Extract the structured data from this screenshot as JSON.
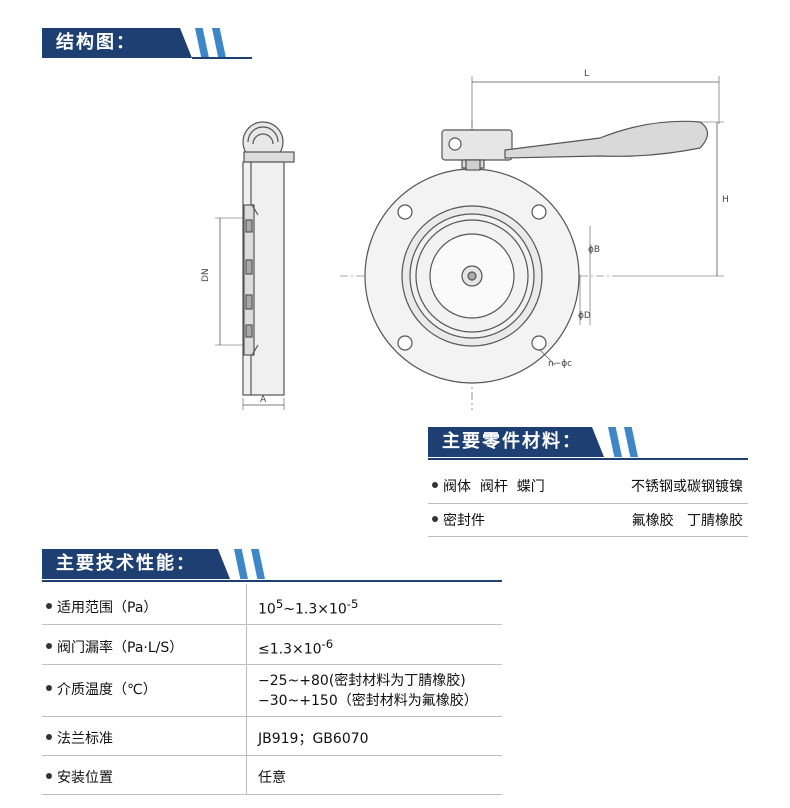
{
  "sections": {
    "structure_title": "结构图：",
    "parts_title": "主要零件材料：",
    "tech_title": "主要技术性能："
  },
  "drawing_labels": {
    "L": "L",
    "H": "H",
    "DN": "DN",
    "A": "A",
    "phiB": "ϕB",
    "phiD": "ϕD",
    "n_phi_c": "n−ϕc"
  },
  "parts": [
    {
      "name": "阀体  阀杆  蝶门",
      "material": "不锈钢或碳钢镀镍"
    },
    {
      "name": "密封件",
      "material": "氟橡胶   丁腈橡胶"
    }
  ],
  "specs": [
    {
      "label": "适用范围（Pa）",
      "value_html": "10<sup>5</sup>~1.3×10<sup>-5</sup>"
    },
    {
      "label": "阀门漏率（Pa·L/S）",
      "value_html": "≤1.3×10<sup>-6</sup>"
    },
    {
      "label": "介质温度（℃）",
      "value_line1": "−25~+80(密封材料为丁腈橡胶)",
      "value_line2": "−30~+150（密封材料为氟橡胶）"
    },
    {
      "label": "法兰标准",
      "value": "JB919；GB6070"
    },
    {
      "label": "安装位置",
      "value": "任意"
    }
  ],
  "colors": {
    "banner_dark": "#1d3f72",
    "banner_stripe": "#3d87c8"
  }
}
